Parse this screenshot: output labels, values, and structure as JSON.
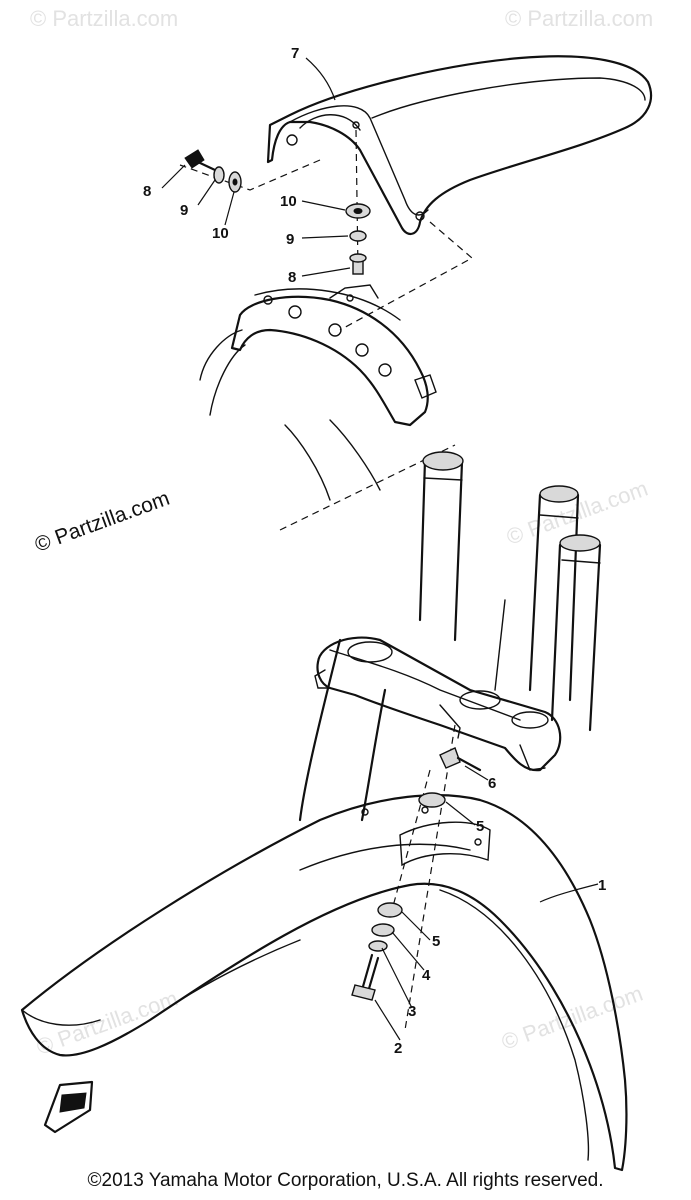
{
  "watermark": {
    "main": "© Partzilla.com",
    "faint": "© Partzilla.com"
  },
  "callouts": {
    "c1": "1",
    "c2": "2",
    "c3": "3",
    "c4": "4",
    "c5a": "5",
    "c5b": "5",
    "c6": "6",
    "c7": "7",
    "c8a": "8",
    "c8b": "8",
    "c9a": "9",
    "c9b": "9",
    "c10a": "10",
    "c10b": "10"
  },
  "copyright": "©2013  Yamaha Motor Corporation, U.S.A. All rights reserved."
}
